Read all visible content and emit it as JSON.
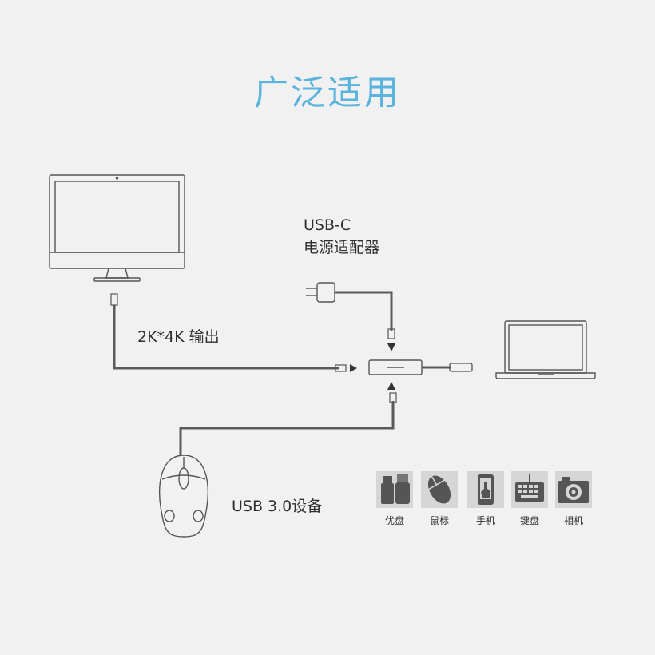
{
  "title": "广泛适用",
  "labels": {
    "power_line1": "USB-C",
    "power_line2": "电源适配器",
    "display_output": "2K*4K 输出",
    "usb_devices": "USB 3.0设备"
  },
  "devices": [
    {
      "icon": "usb-drive-icon",
      "label": "优盘"
    },
    {
      "icon": "mouse-icon",
      "label": "鼠标"
    },
    {
      "icon": "phone-icon",
      "label": "手机"
    },
    {
      "icon": "keyboard-icon",
      "label": "键盘"
    },
    {
      "icon": "camera-icon",
      "label": "相机"
    }
  ],
  "colors": {
    "title": "#5ab4dd",
    "line": "#555555",
    "cable": "#5a5a5a",
    "background": "#f1f1f1"
  }
}
